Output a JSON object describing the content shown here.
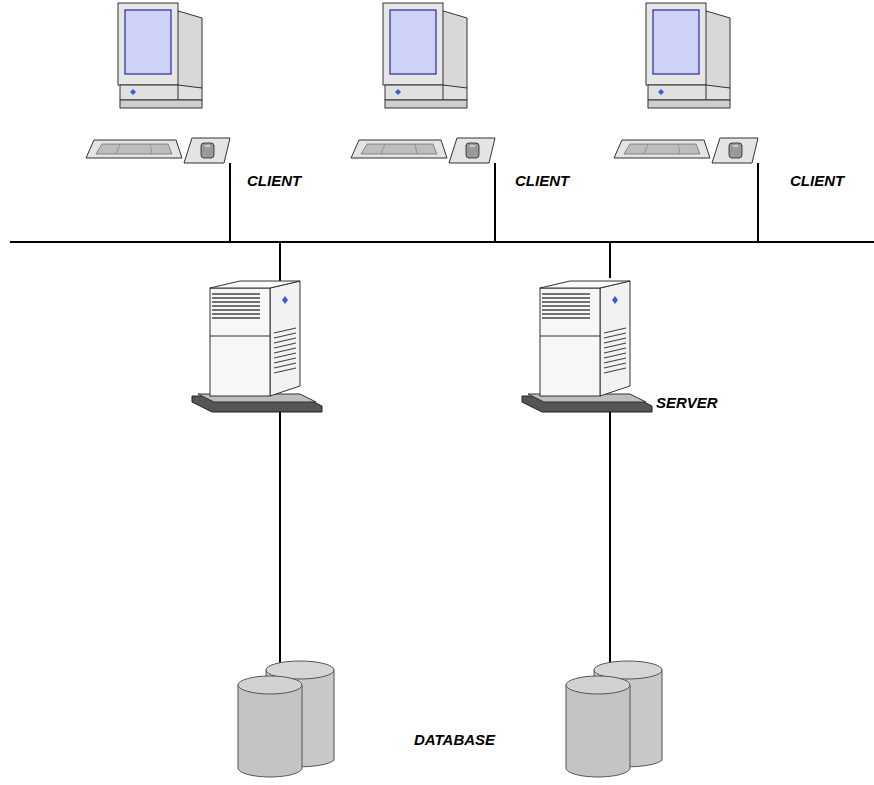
{
  "diagram": {
    "nodes": [
      {
        "text": [
          "CLIENT"
        ]
      },
      {
        "text": [
          "CLIENT"
        ]
      },
      {
        "text": [
          "CLIENT"
        ]
      },
      {
        "text": [
          "SERVER"
        ]
      }
    ],
    "edges": [
      {
        "from": 0,
        "to": 3,
        "arrow": "none"
      },
      {
        "from": 1,
        "to": 3,
        "arrow": "none"
      },
      {
        "from": 2,
        "to": 3,
        "arrow": "none"
      }
    ],
    "labels": [
      "DATABASE"
    ]
  }
}
